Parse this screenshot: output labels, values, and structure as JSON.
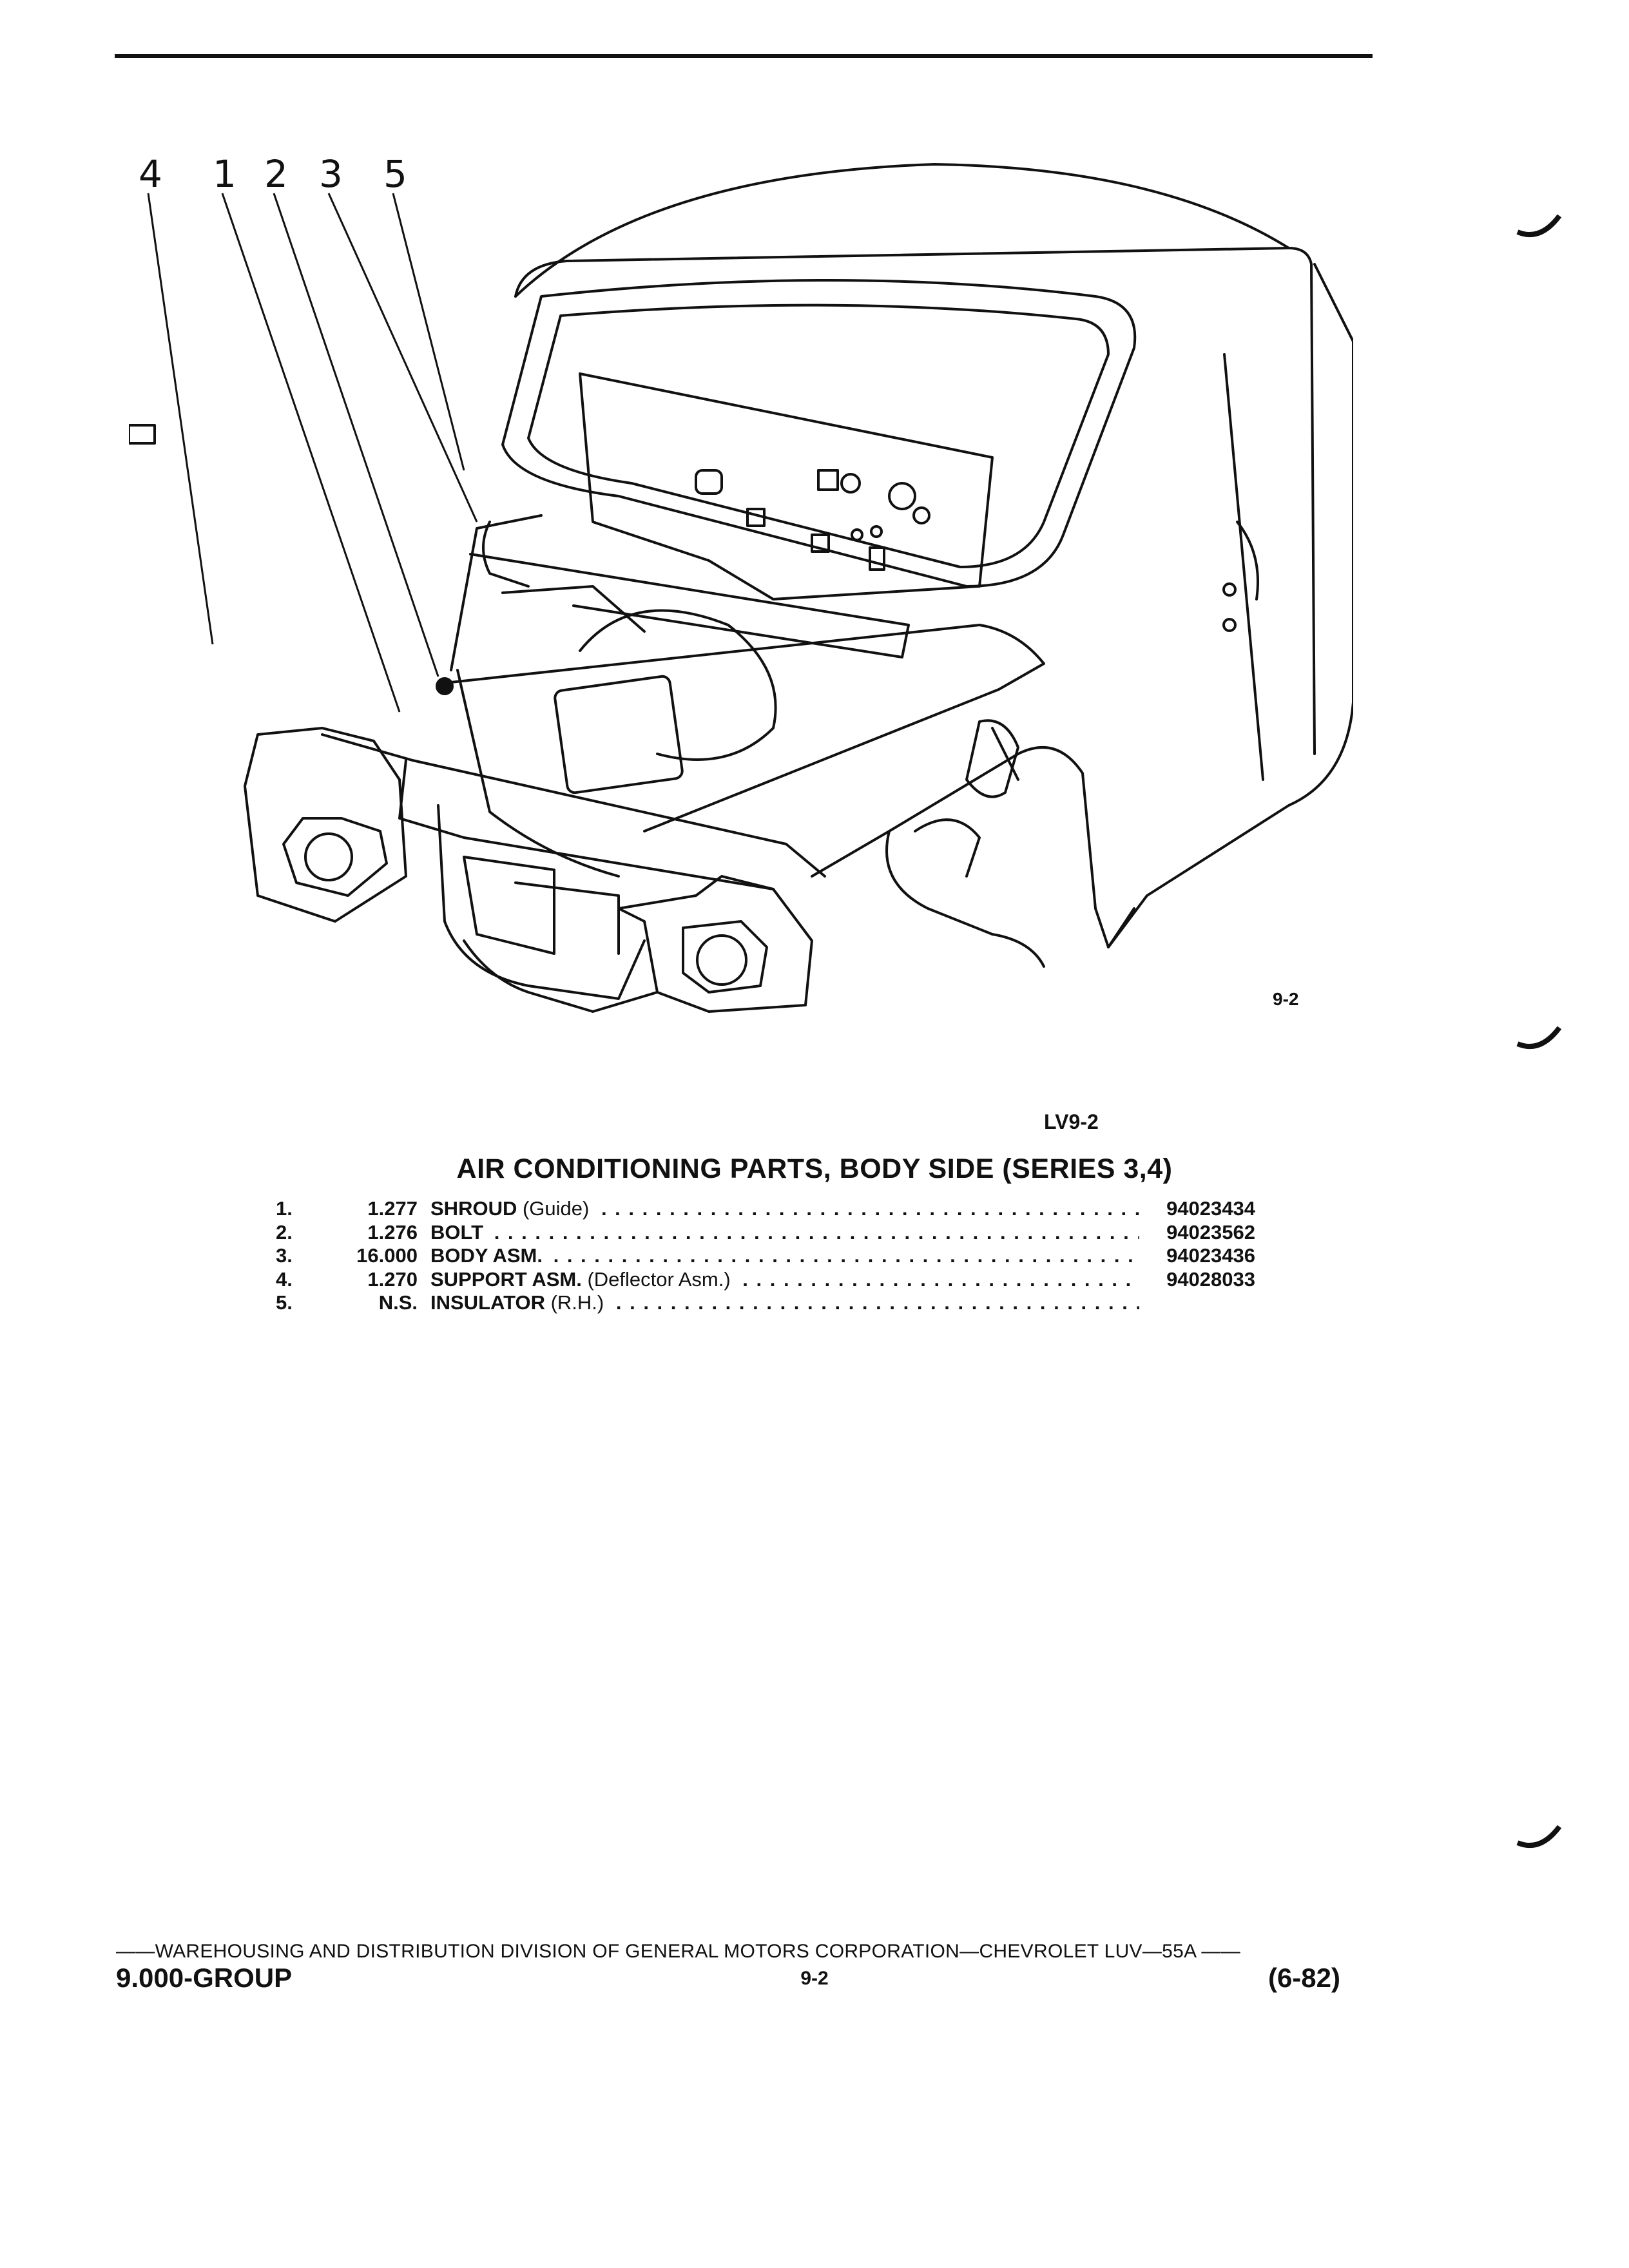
{
  "illustration": {
    "callouts": [
      "4",
      "1",
      "2",
      "3",
      "5"
    ],
    "figure_ref": "9-2",
    "lv_ref": "LV9-2"
  },
  "title": "AIR CONDITIONING PARTS, BODY SIDE (SERIES 3,4)",
  "parts": [
    {
      "num": "1.",
      "ref": "1.277",
      "desc": "SHROUD",
      "qual": "(Guide)",
      "pn": "94023434"
    },
    {
      "num": "2.",
      "ref": "1.276",
      "desc": "BOLT",
      "qual": "",
      "pn": "94023562"
    },
    {
      "num": "3.",
      "ref": "16.000",
      "desc": "BODY ASM.",
      "qual": "",
      "pn": "94023436"
    },
    {
      "num": "4.",
      "ref": "1.270",
      "desc": "SUPPORT ASM.",
      "qual": "(Deflector Asm.)",
      "pn": "94028033"
    },
    {
      "num": "5.",
      "ref": "N.S.",
      "desc": "INSULATOR",
      "qual": "(R.H.)",
      "pn": ""
    }
  ],
  "footer": {
    "line": "——WAREHOUSING AND DISTRIBUTION  DIVISION OF GENERAL MOTORS CORPORATION—CHEVROLET LUV—55A   ——",
    "group": "9.000-GROUP",
    "page": "9-2",
    "date": "(6-82)"
  }
}
